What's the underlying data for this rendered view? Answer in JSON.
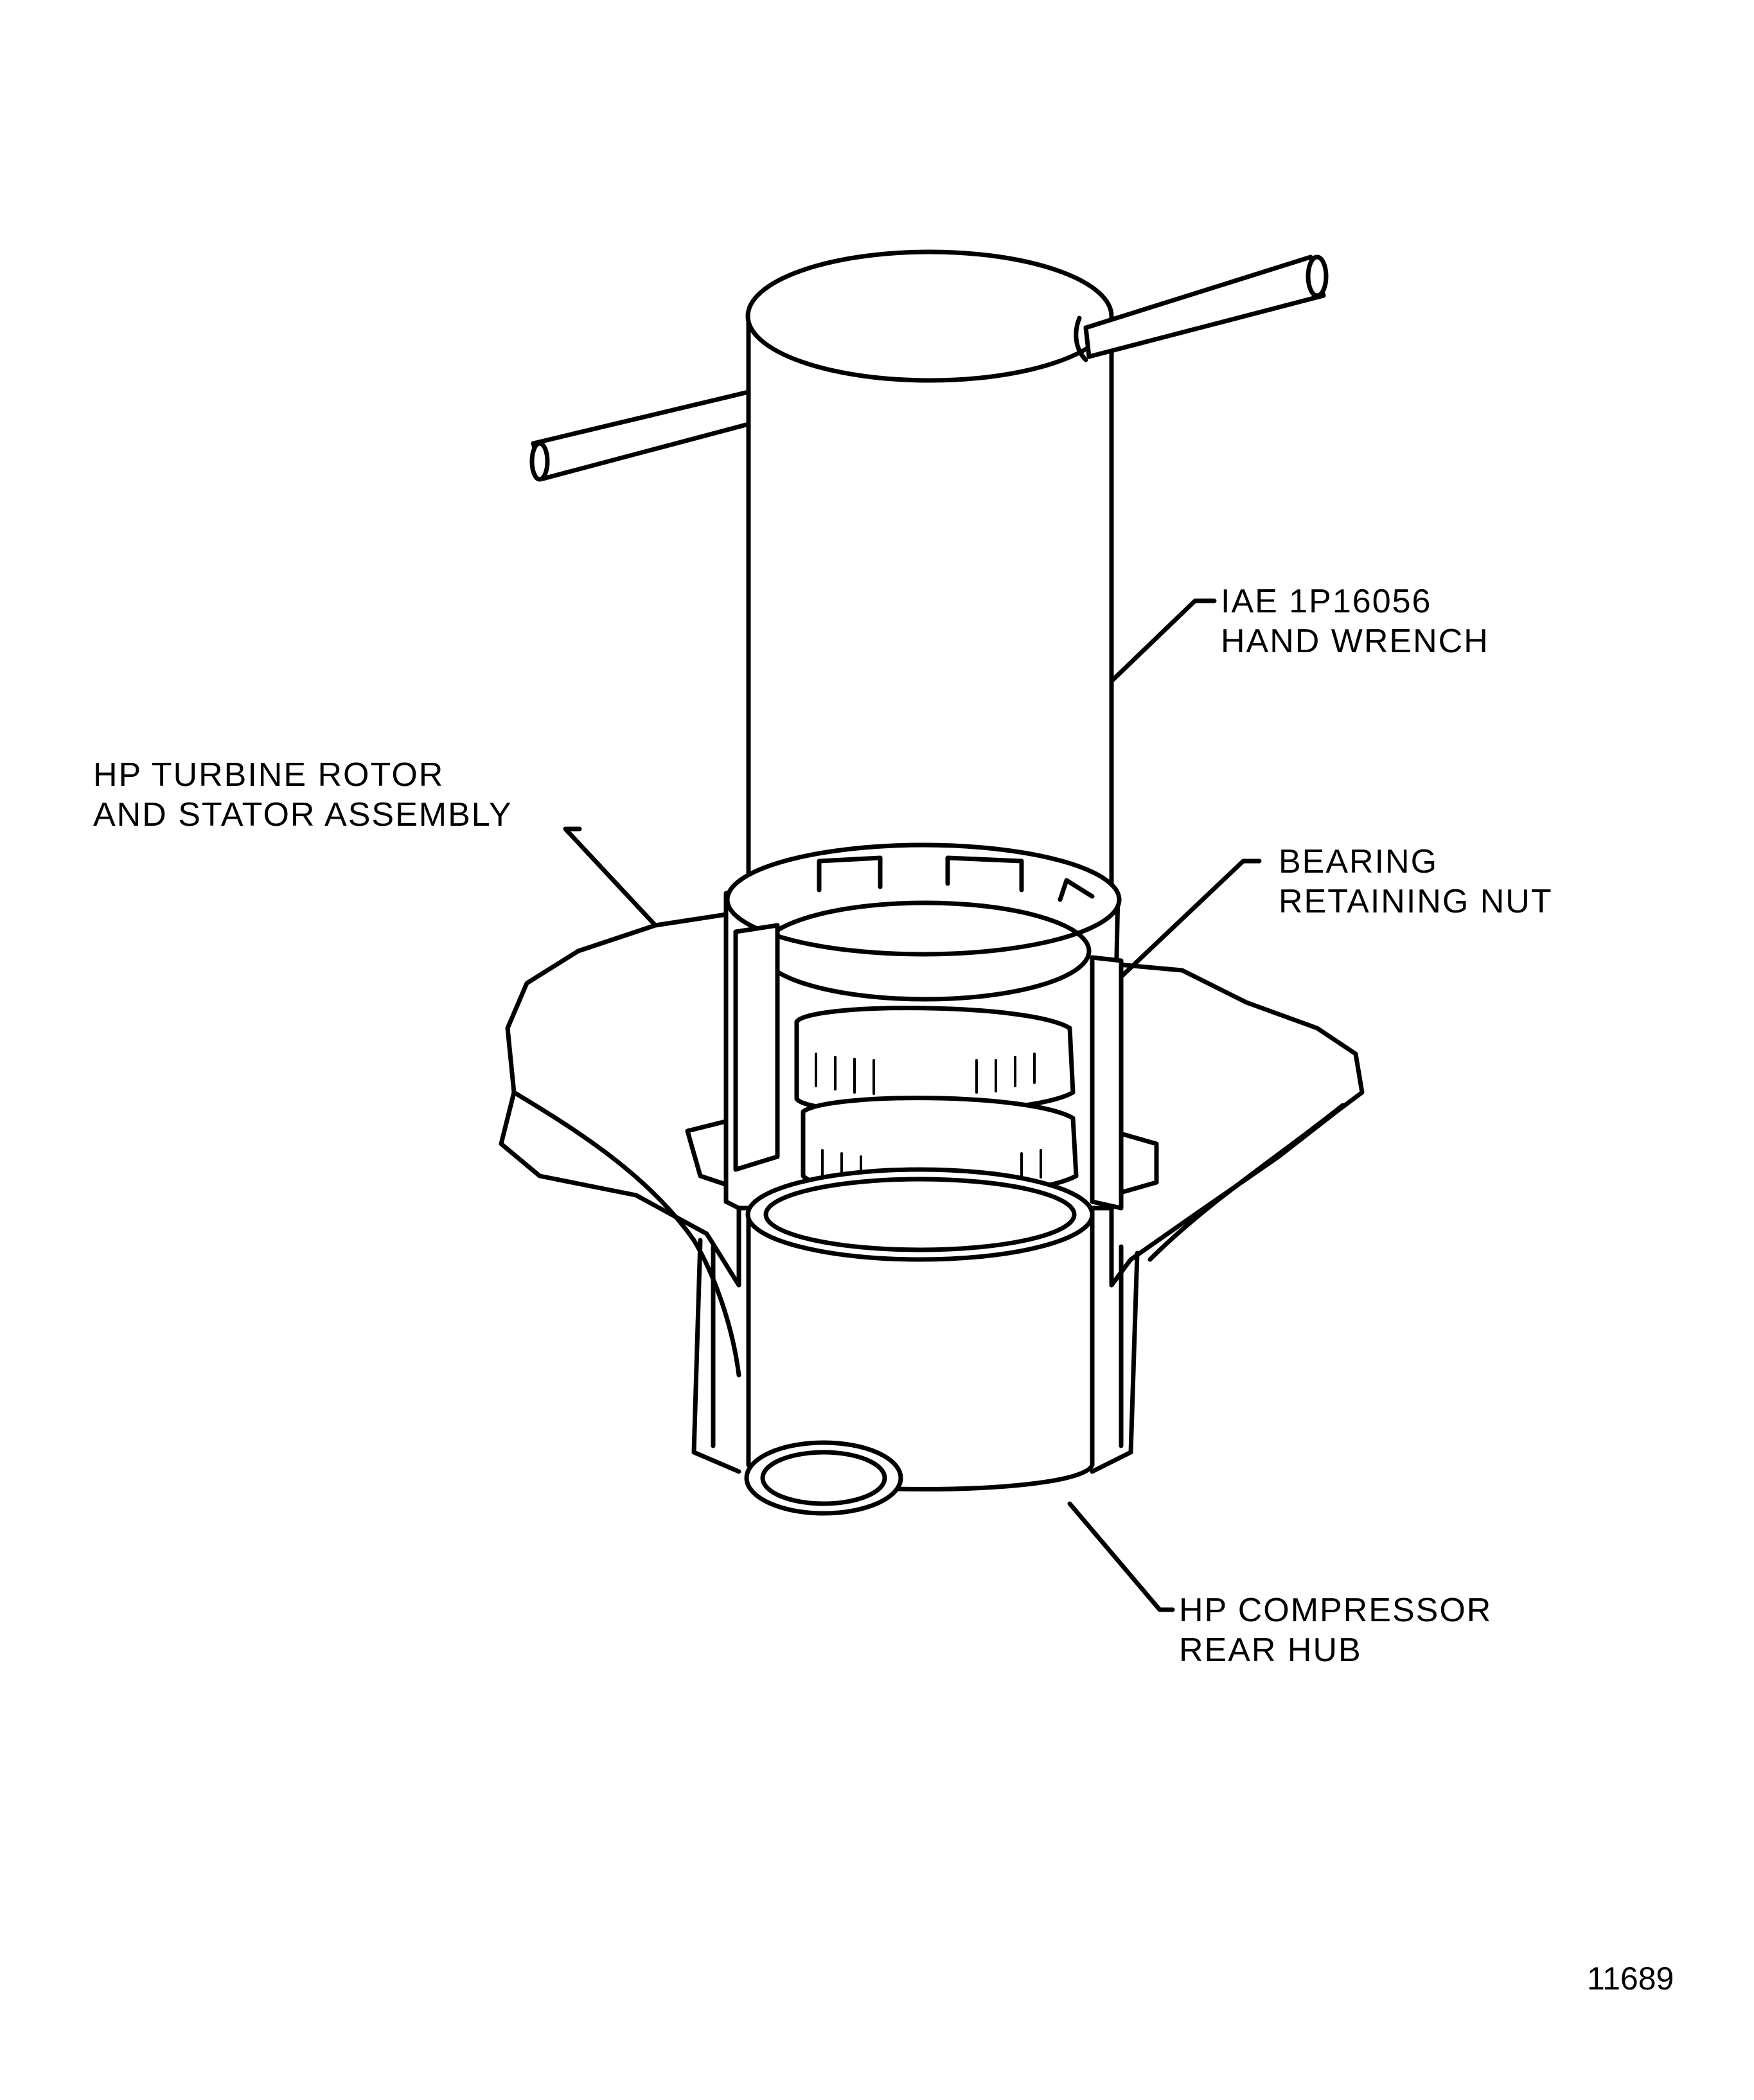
{
  "labels": {
    "hand_wrench": {
      "line1": "IAE 1P16056",
      "line2": "HAND WRENCH"
    },
    "turbine_assembly": {
      "line1": "HP TURBINE ROTOR",
      "line2": "AND STATOR ASSEMBLY"
    },
    "bearing_nut": {
      "line1": "BEARING",
      "line2": "RETAINING NUT"
    },
    "compressor_hub": {
      "line1": "HP COMPRESSOR",
      "line2": "REAR HUB"
    }
  },
  "figure_number": "11689",
  "colors": {
    "ink": "#000000",
    "paper": "#ffffff"
  }
}
